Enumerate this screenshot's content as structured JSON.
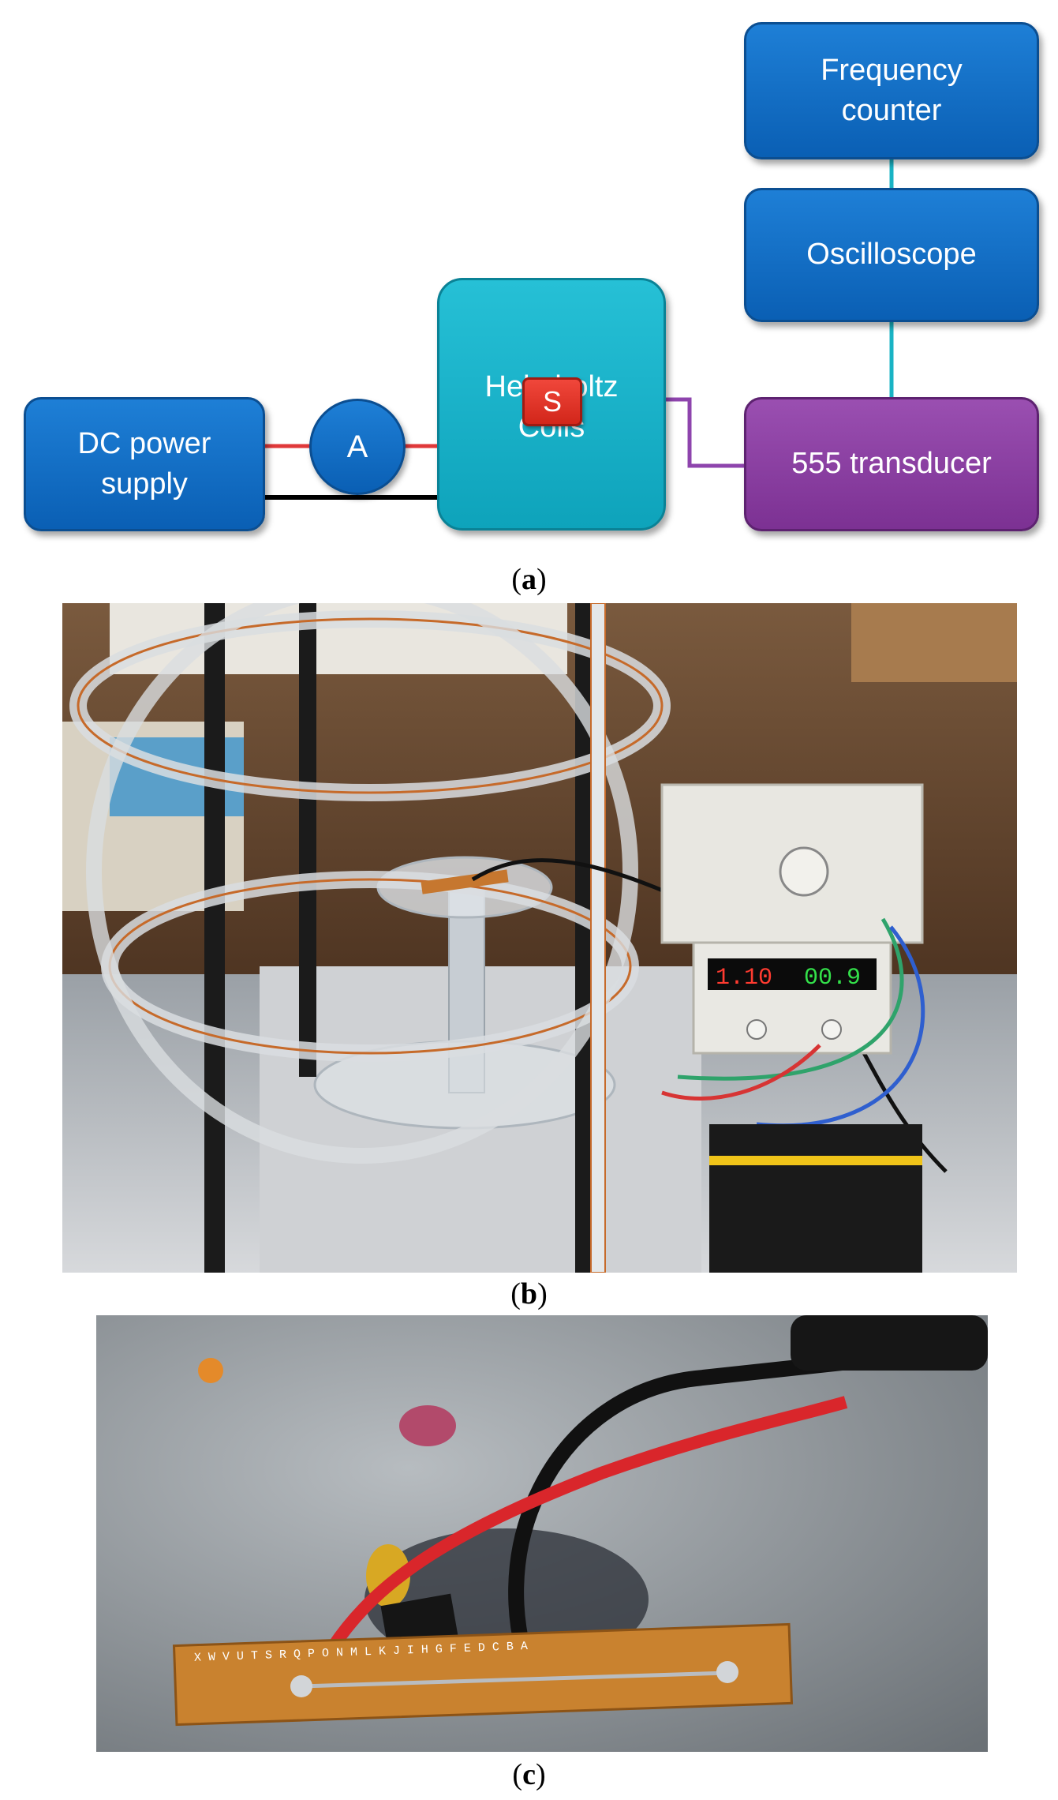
{
  "diagram": {
    "frequency_counter": [
      "Frequency",
      "counter"
    ],
    "oscilloscope": "Oscilloscope",
    "dc_power_supply": [
      "DC power",
      "supply"
    ],
    "ammeter": "A",
    "helmholtz_coils": [
      "Helmholtz",
      "Coils"
    ],
    "sensor": "S",
    "transducer": "555 transducer",
    "colors": {
      "blue_box": "#0a5fb4",
      "cyan_box": "#0ea3bb",
      "purple_box": "#7c3193",
      "sensor": "#d2261a",
      "wire_red": "#e0393a",
      "wire_black": "#000000",
      "wire_purple": "#8e44ad",
      "wire_cyan": "#19b3c4"
    }
  },
  "captions": {
    "a": "a",
    "b": "b",
    "c": "c"
  },
  "photo_b": {
    "ammeter_display": "1.10",
    "voltage_display": "00.9"
  },
  "photo_c": {
    "strip_letters": "X W V U T S R Q P O N M L K J I H G F E D C B A"
  }
}
